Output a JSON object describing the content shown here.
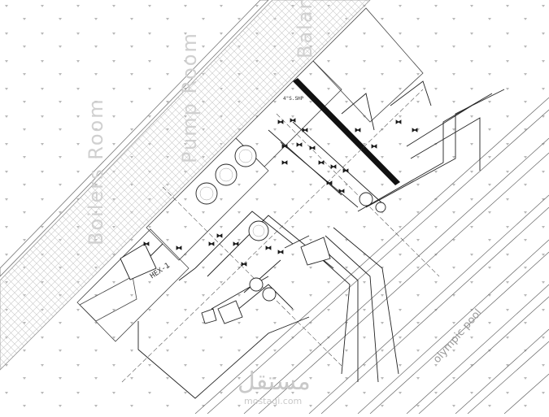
{
  "rooms": {
    "boilers": "Boilers Room",
    "pump": "Pump Room",
    "balance": "Balan"
  },
  "pool": "olympic pool",
  "equipment": {
    "hex": "HEX-1",
    "shp": "4\"S.SHP"
  },
  "watermark": {
    "arabic": "مستقل",
    "latin": "mostaqi.com"
  },
  "colors": {
    "line": "#2a2a2a",
    "grid": "#c8c8c8",
    "room_text": "#d0d0d0",
    "wall_fill": "#111111"
  }
}
